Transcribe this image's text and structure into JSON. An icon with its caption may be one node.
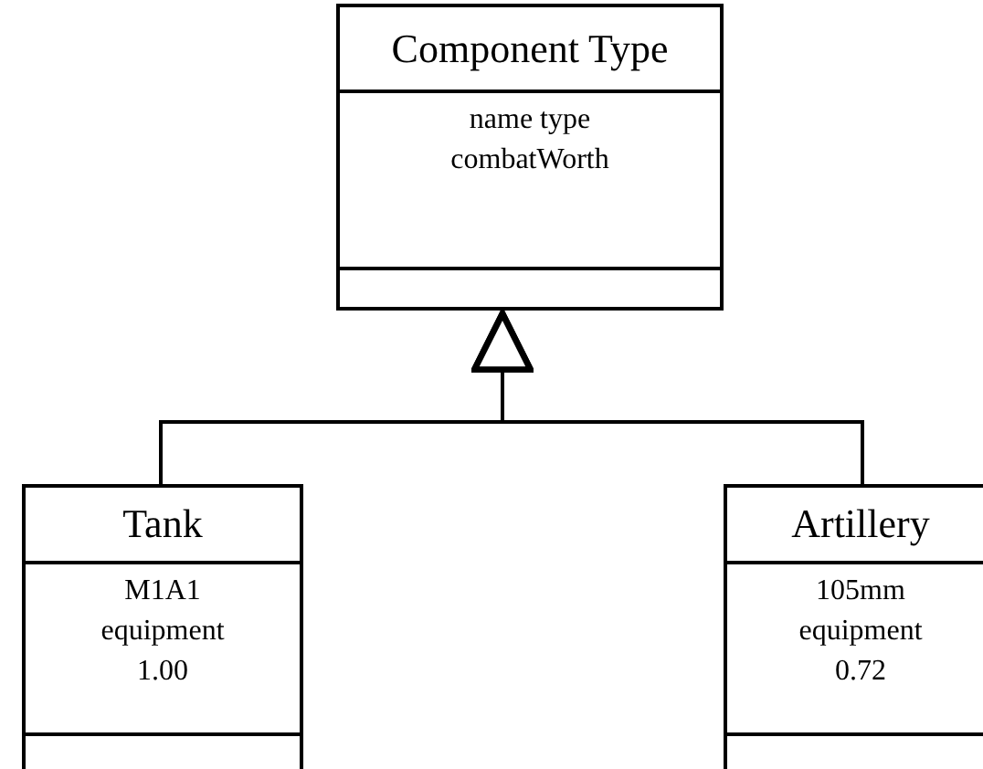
{
  "diagram": {
    "nodes": [
      {
        "text": [
          "Component Type",
          "name type combatWorth"
        ]
      },
      {
        "text": [
          "Tank",
          "M1A1 equipment 1.00"
        ]
      },
      {
        "text": [
          "Artillery",
          "105mm equipment 0.72"
        ]
      }
    ],
    "edges": [
      {
        "from": 1,
        "to": 0,
        "arrow": "to"
      },
      {
        "from": 2,
        "to": 0,
        "arrow": "to"
      }
    ]
  }
}
